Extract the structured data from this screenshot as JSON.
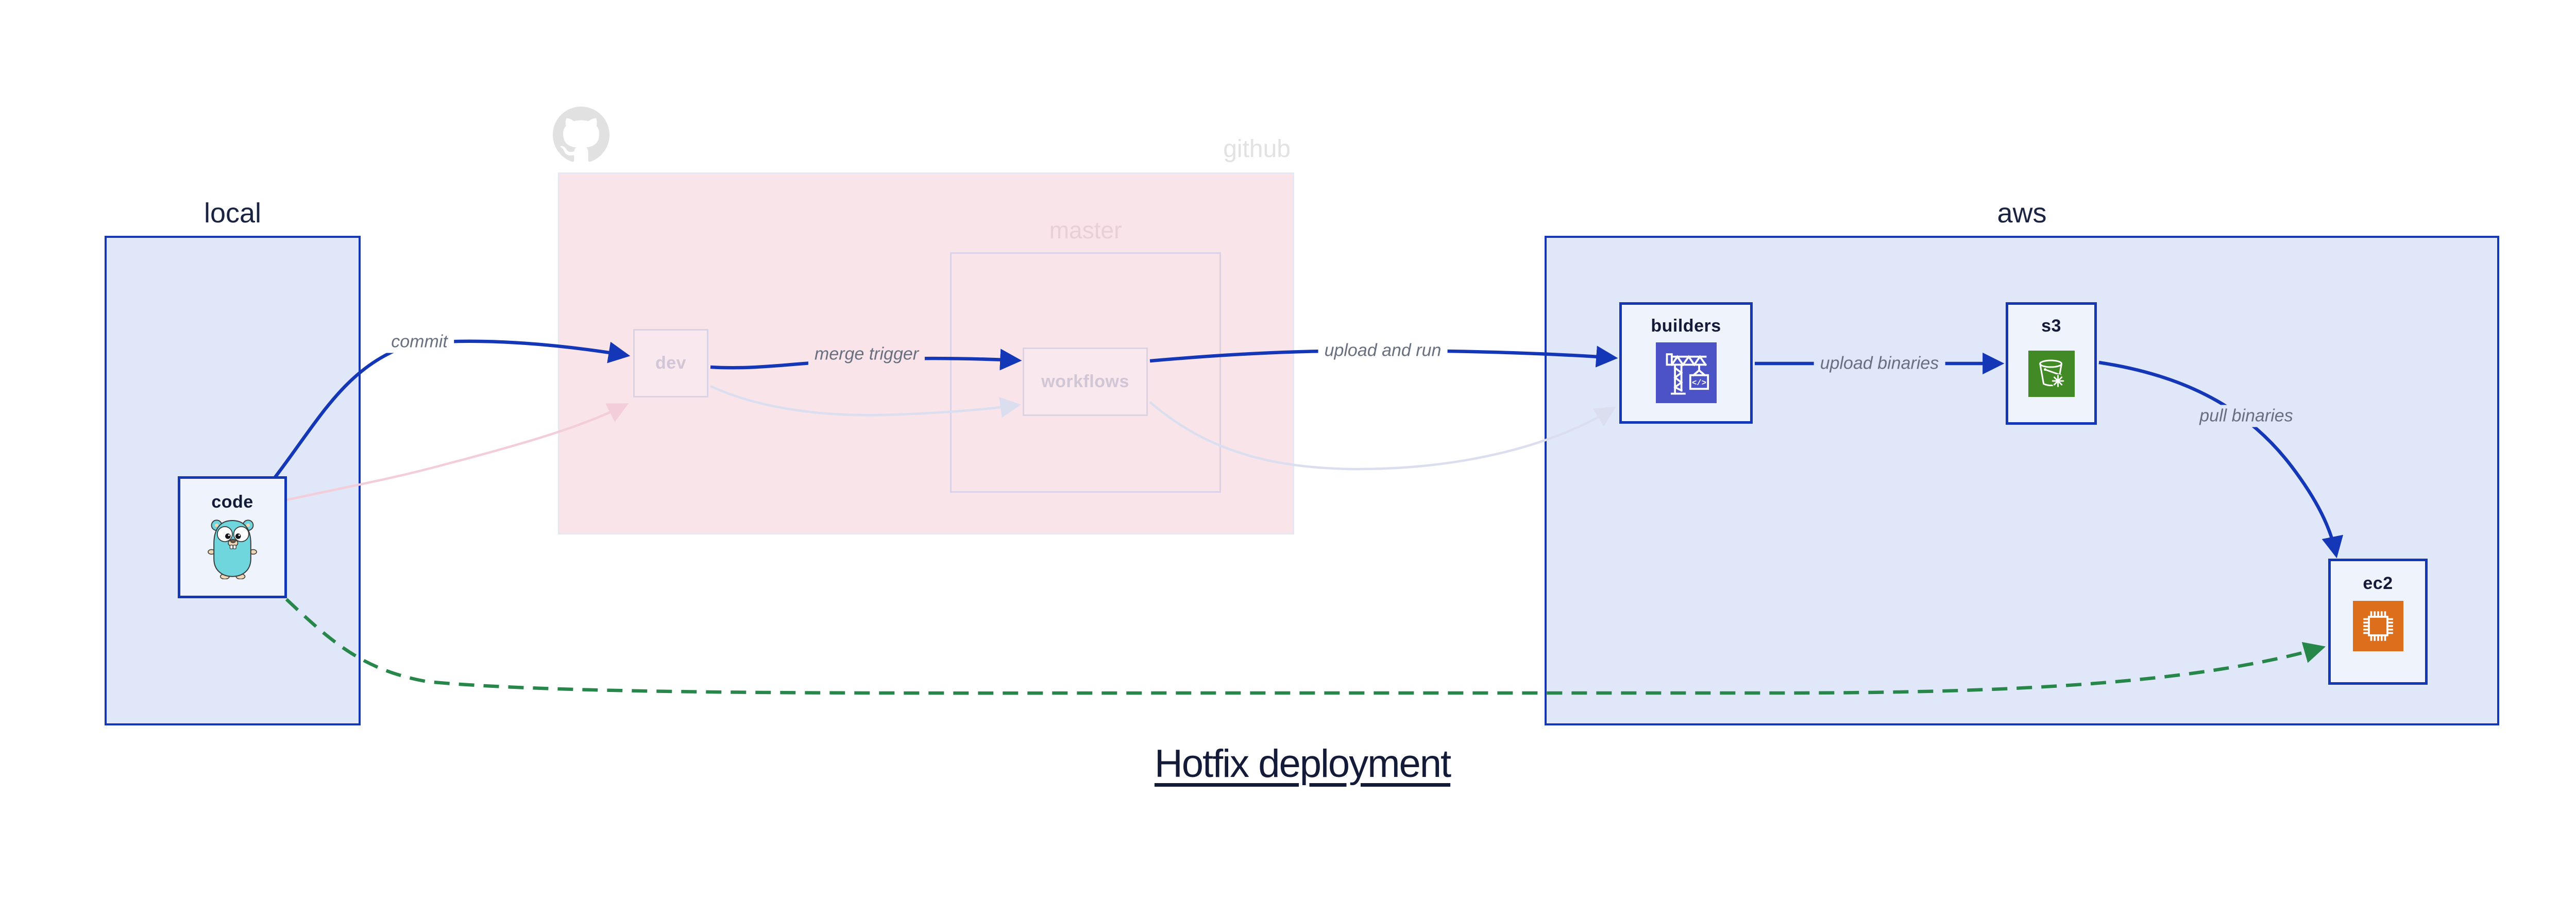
{
  "title": {
    "text": "Hotfix deployment"
  },
  "zones": {
    "local": {
      "label": "local"
    },
    "github": {
      "label": "github"
    },
    "master": {
      "label": "master"
    },
    "aws": {
      "label": "aws"
    }
  },
  "nodes": {
    "code": {
      "label": "code",
      "icon": "go-gopher-icon"
    },
    "dev": {
      "label": "dev"
    },
    "workflows": {
      "label": "workflows"
    },
    "builders": {
      "label": "builders",
      "icon": "codebuild-crane-icon",
      "icon_text": "</>"
    },
    "s3": {
      "label": "s3",
      "icon": "s3-glacier-bucket-icon"
    },
    "ec2": {
      "label": "ec2",
      "icon": "ec2-chip-icon"
    }
  },
  "edges": {
    "commit": {
      "label": "commit"
    },
    "merge_trigger": {
      "label": "merge trigger"
    },
    "upload_and_run": {
      "label": "upload and run"
    },
    "upload_binaries": {
      "label": "upload binaries"
    },
    "pull_binaries": {
      "label": "pull binaries"
    }
  },
  "colors": {
    "accent_blue": "#1437b8",
    "zone_fill": "#e0e7f8",
    "node_fill": "#eff3fc",
    "github_fill": "#f9e4e9",
    "faded_border": "#d9d3e8",
    "faded_text": "#d0c6d6",
    "faded_arrow_blue": "#dadeef",
    "faded_arrow_pink": "#f3cdd9",
    "hotfix_green": "#27874a",
    "edge_label_gray": "#687080",
    "codebuild_icon_bg": "#4b53c7",
    "s3_icon_bg": "#418a26",
    "ec2_icon_bg": "#dd6e1c",
    "dark_text": "#141b38"
  }
}
